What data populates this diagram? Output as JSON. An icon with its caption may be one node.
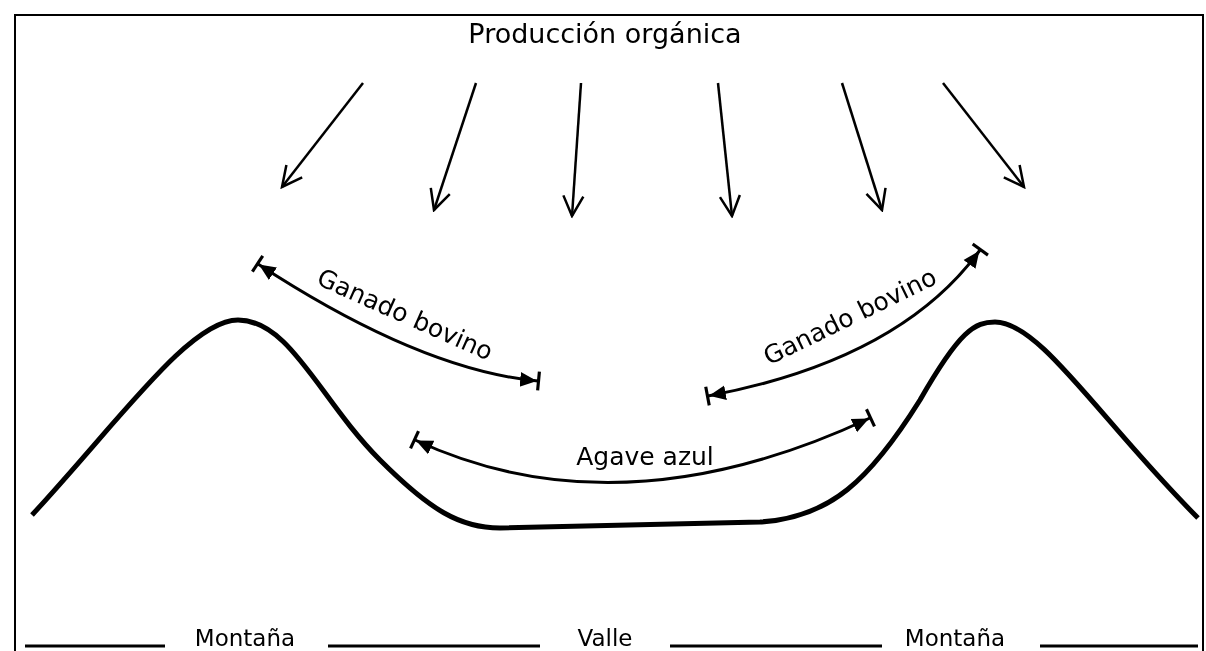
{
  "diagram": {
    "title": "Producción orgánica",
    "labels": [
      "Ganado bovino",
      "Ganado bovino",
      "Agave azul",
      "Montaña",
      "Valle",
      "Montaña"
    ]
  }
}
